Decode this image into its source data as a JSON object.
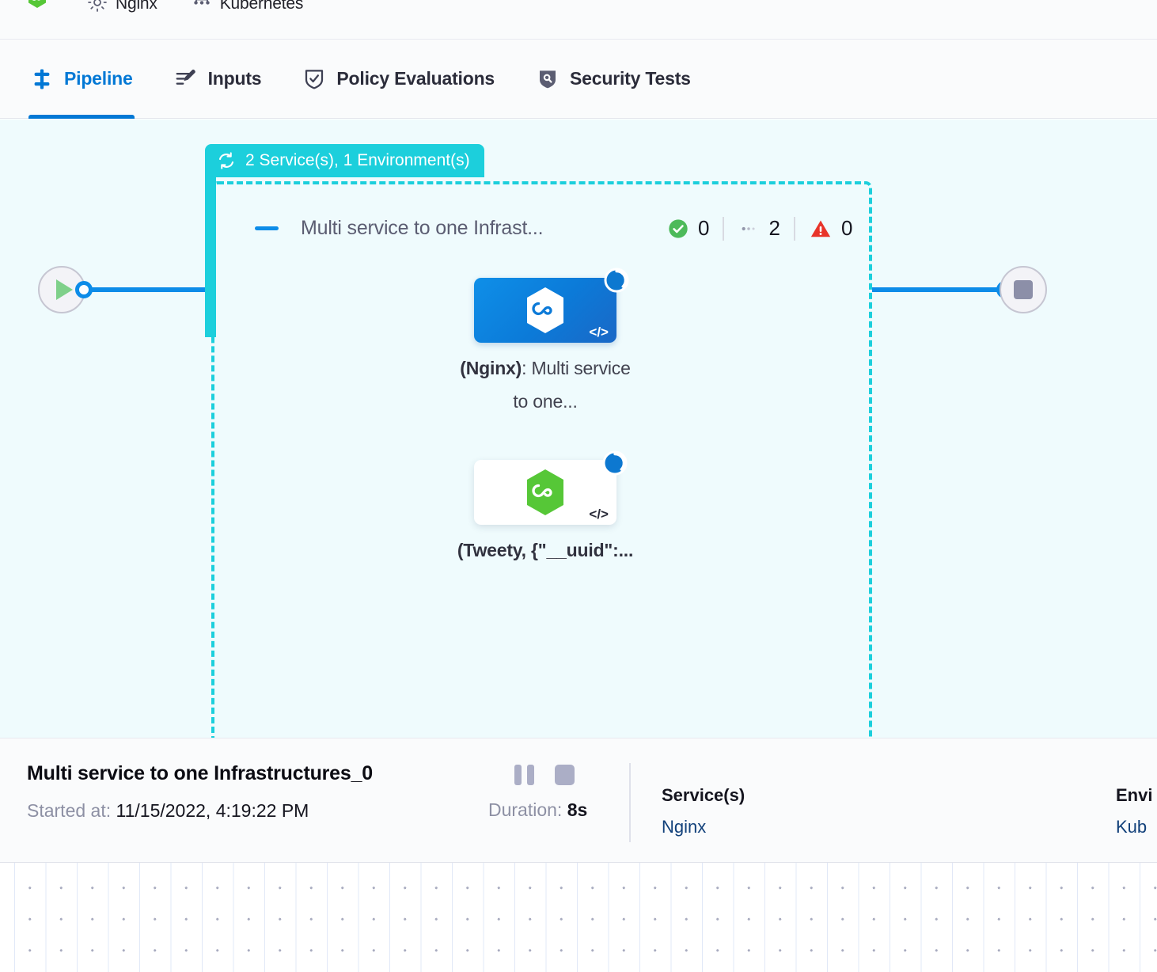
{
  "topbar": {
    "items": [
      {
        "icon": "harness-hex-green-icon",
        "label": ""
      },
      {
        "icon": "gear-icon",
        "label": "Nginx"
      },
      {
        "icon": "kubernetes-icon",
        "label": "Kubernetes"
      }
    ]
  },
  "tabs": [
    {
      "id": "pipeline",
      "label": "Pipeline",
      "icon": "pipeline-icon",
      "active": true
    },
    {
      "id": "inputs",
      "label": "Inputs",
      "icon": "inputs-edit-icon",
      "active": false
    },
    {
      "id": "policy",
      "label": "Policy Evaluations",
      "icon": "shield-check-icon",
      "active": false
    },
    {
      "id": "security",
      "label": "Security Tests",
      "icon": "shield-scan-icon",
      "active": false
    }
  ],
  "graph": {
    "start_node": {
      "name": "start-node",
      "icon": "play-icon"
    },
    "end_node": {
      "name": "end-node",
      "icon": "stop-icon"
    },
    "group": {
      "tab_label": "2 Service(s), 1 Environment(s)",
      "tab_icon": "loop-repeat-icon",
      "title": "Multi service to one Infrast...",
      "collapse_icon": "collapse-dash-icon",
      "counts": [
        {
          "icon": "success-check-icon",
          "value": "0",
          "color": "#4dba5a"
        },
        {
          "icon": "running-dots-icon",
          "value": "2",
          "color": "#8d90a4"
        },
        {
          "icon": "warning-triangle-icon",
          "value": "0",
          "color": "#e8342a"
        }
      ],
      "accent_color": "#1ccfdc"
    },
    "nodes": [
      {
        "id": "node-nginx",
        "card_style": "blue",
        "hex_color": "#ffffff",
        "badge": "running-spinner-badge",
        "code_icon": "code-brackets-icon",
        "label_bold": "(Nginx)",
        "label_rest": ": Multi service to one..."
      },
      {
        "id": "node-tweety",
        "card_style": "white",
        "hex_color": "#56c737",
        "badge": "running-spinner-badge",
        "code_icon": "code-brackets-icon",
        "label_bold": "(Tweety, {\"__uuid\":...",
        "label_rest": ""
      }
    ]
  },
  "detail": {
    "title": "Multi service to one Infrastructures_0",
    "started_label": "Started at:",
    "started_value": "11/15/2022, 4:19:22 PM",
    "pause_icon": "pause-icon",
    "stop_icon": "stop-icon",
    "duration_label": "Duration:",
    "duration_value": "8s",
    "services_header": "Service(s)",
    "services_value": "Nginx",
    "environments_header": "Envi",
    "environments_value": "Kub"
  }
}
